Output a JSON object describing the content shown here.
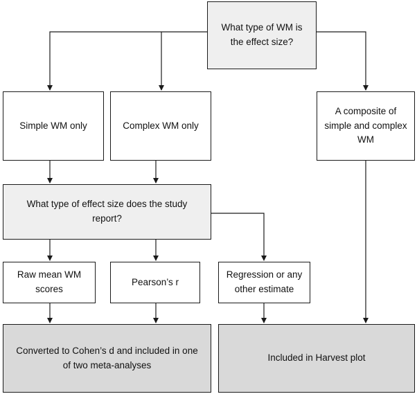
{
  "nodes": {
    "question_wm_type": "What type of WM is the effect size?",
    "simple_wm": "Simple WM only",
    "complex_wm": "Complex WM only",
    "composite_wm": "A composite of simple and complex WM",
    "question_effect_size": "What type of effect size does the study report?",
    "raw_mean": "Raw mean WM scores",
    "pearson": "Pearson’s r",
    "regression": "Regression or any other estimate",
    "converted": "Converted to Cohen’s d and included in one of two meta-analyses",
    "harvest": "Included in Harvest plot"
  },
  "colors": {
    "box_white": "#ffffff",
    "box_light": "#efefef",
    "box_dark": "#d9d9d9",
    "line": "#1a1a1a"
  }
}
